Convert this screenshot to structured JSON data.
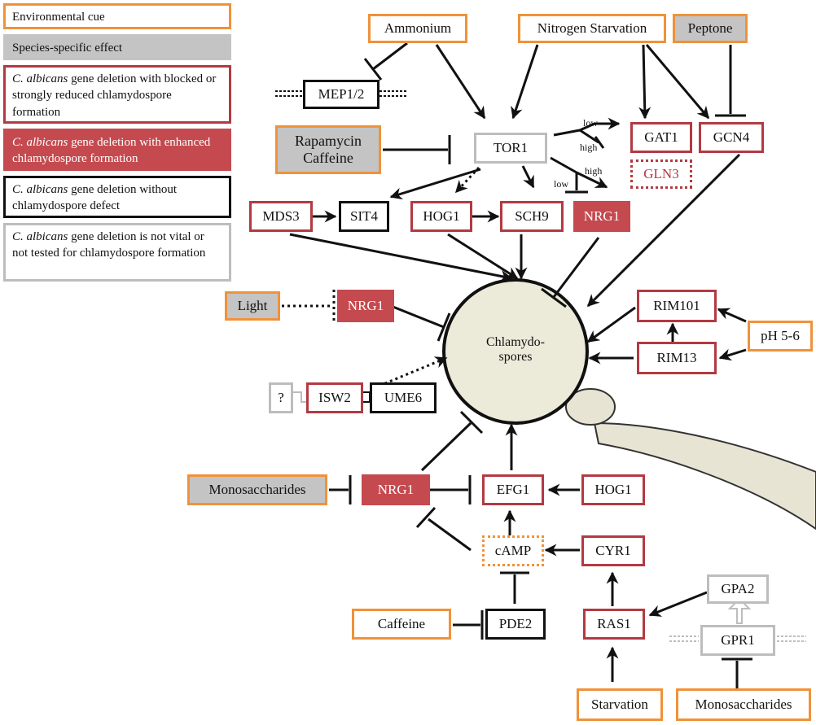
{
  "legend": [
    {
      "text": "Environmental cue",
      "italic": ""
    },
    {
      "text": "Species-specific effect",
      "italic": ""
    },
    {
      "italic": "C. albicans",
      "text": " gene deletion with blocked or strongly reduced chlamydospore formation"
    },
    {
      "italic": "C. albicans",
      "text": " gene deletion with enhanced chlamydospore formation"
    },
    {
      "italic": "C. albicans",
      "text": " gene deletion without chlamydospore defect"
    },
    {
      "italic": "C. albicans",
      "text": " gene deletion is not vital or not tested for chlamydospore formation"
    }
  ],
  "nodes": {
    "ammonium": "Ammonium",
    "nitrogen_starvation": "Nitrogen Starvation",
    "peptone": "Peptone",
    "mep12": "MEP1/2",
    "rapamycin_caffeine": "Rapamycin Caffeine",
    "tor1": "TOR1",
    "gat1": "GAT1",
    "gcn4": "GCN4",
    "gln3": "GLN3",
    "mds3": "MDS3",
    "sit4": "SIT4",
    "hog1_top": "HOG1",
    "sch9": "SCH9",
    "nrg1_top": "NRG1",
    "light": "Light",
    "nrg1_light": "NRG1",
    "chlamydospores": "Chlamydo-spores",
    "rim101": "RIM101",
    "rim13": "RIM13",
    "ph": "pH 5-6",
    "question": "?",
    "isw2": "ISW2",
    "ume6": "UME6",
    "monosaccharides_left": "Monosaccharides",
    "nrg1_bottom": "NRG1",
    "efg1": "EFG1",
    "hog1_bottom": "HOG1",
    "camp": "cAMP",
    "cyr1": "CYR1",
    "caffeine": "Caffeine",
    "pde2": "PDE2",
    "ras1": "RAS1",
    "gpa2": "GPA2",
    "gpr1": "GPR1",
    "starvation": "Starvation",
    "monosaccharides_right": "Monosaccharides"
  },
  "edge_labels": {
    "low_top": "low",
    "high_top": "high",
    "high_mid": "high",
    "low_mid": "low"
  },
  "colors": {
    "environmental_cue": "#f0923a",
    "species_specific": "#c4c4c4",
    "blocked": "#b23a42",
    "enhanced": "#c44a4f",
    "no_defect": "#111111",
    "not_tested": "#bdbdbd"
  }
}
